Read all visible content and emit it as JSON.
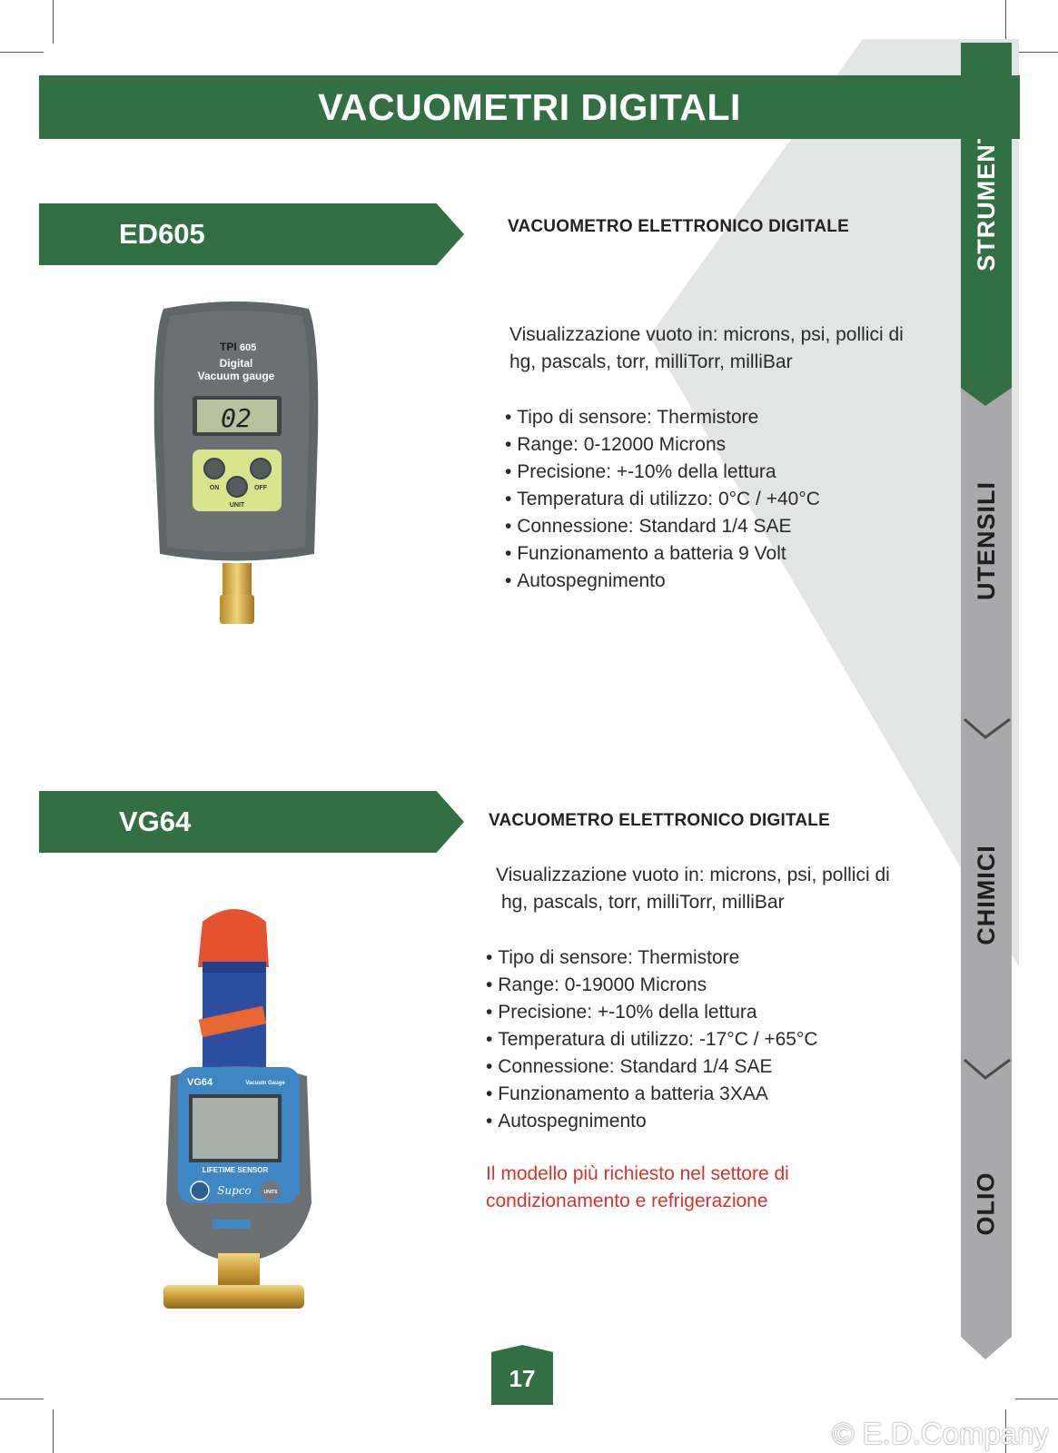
{
  "page_title": "VACUOMETRI DIGITALI",
  "products": [
    {
      "model": "ED605",
      "subtitle": "VACUOMETRO ELETTRONICO DIGITALE",
      "description_lines": [
        "Visualizzazione vuoto in: microns, psi, pollici di",
        "hg, pascals, torr, milliTorr, milliBar"
      ],
      "features": [
        "Tipo di sensore: Thermistore",
        "Range: 0-12000 Microns",
        "Precisione: +-10% della lettura",
        "Temperatura di utilizzo: 0°C / +40°C",
        "Connessione: Standard 1/4 SAE",
        "Funzionamento a batteria 9 Volt",
        "Autospegnimento"
      ],
      "device": {
        "brand": "TPI",
        "model_number": "605",
        "line1": "Digital",
        "line2": "Vacuum gauge",
        "reading": "02",
        "btn_on": "ON",
        "btn_off": "OFF",
        "btn_unit": "UNIT"
      }
    },
    {
      "model": "VG64",
      "subtitle": "VACUOMETRO ELETTRONICO DIGITALE",
      "description_lines": [
        "Visualizzazione vuoto in: microns, psi, pollici di",
        "hg, pascals, torr, milliTorr, milliBar"
      ],
      "features": [
        "Tipo di sensore: Thermistore",
        "Range: 0-19000 Microns",
        "Precisione: +-10% della lettura",
        "Temperatura di utilizzo: -17°C / +65°C",
        "Connessione: Standard 1/4 SAE",
        "Funzionamento a batteria 3XAA",
        "Autospegnimento"
      ],
      "note_lines": [
        "Il modello più richiesto nel settore di",
        "condizionamento e refrigerazione"
      ],
      "device": {
        "label": "VG64",
        "tag": "Vacuum Gauge",
        "sensor_text": "LIFETIME SENSOR",
        "brand": "Supco",
        "units_btn": "UNITS"
      }
    }
  ],
  "side_tabs": [
    "STRUMENTI",
    "UTENSILI",
    "CHIMICI",
    "OLIO"
  ],
  "page_number": "17",
  "watermark": "© E.D.Company",
  "colors": {
    "green": "#327044",
    "gray_tab": "#a9a9ab",
    "red_note": "#d9322c",
    "bg_triangle": "#e3e5e4"
  }
}
